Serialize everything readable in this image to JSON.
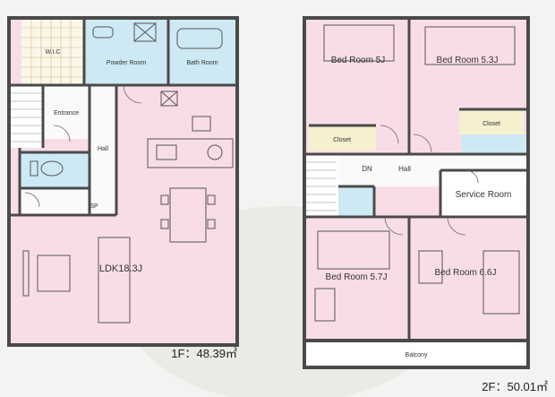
{
  "floor1": {
    "rooms": {
      "wic": "W.I.C",
      "powder_room": "Powder Room",
      "bath_room": "Bath Room",
      "entrance": "Entrance",
      "hall": "Hall",
      "ldk": "LDK18.3J",
      "sp": "SP"
    },
    "area_label": "1F：48.39㎡"
  },
  "floor2": {
    "rooms": {
      "bed_5j": "Bed Room 5J",
      "bed_53j": "Bed Room 5.3J",
      "closet_left": "Closet",
      "closet_right": "Closet",
      "dn": "DN",
      "hall": "Hall",
      "service_room": "Service Room",
      "bed_57j": "Bed Room 5.7J",
      "bed_66j": "Bed Room 6.6J",
      "balcony": "Balcony"
    },
    "area_label": "2F：50.01㎡"
  }
}
